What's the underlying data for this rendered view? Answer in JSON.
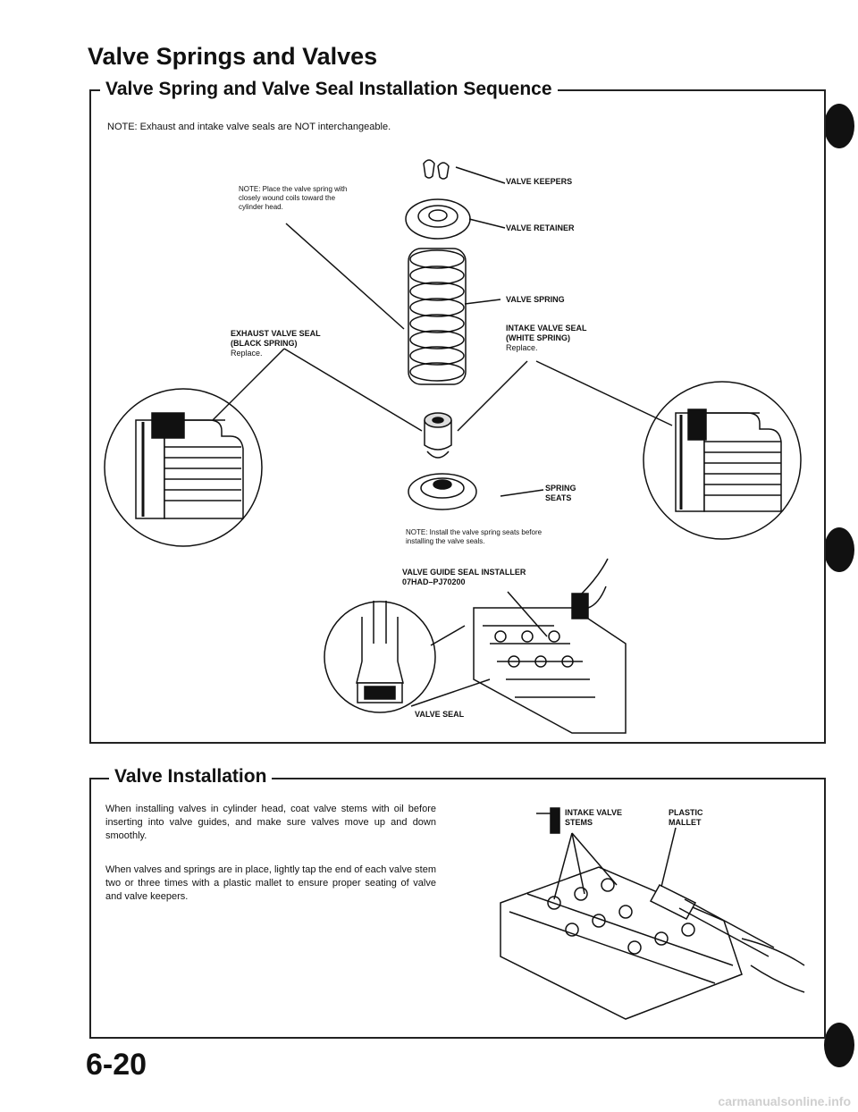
{
  "page_title": "Valve Springs and Valves",
  "sections": {
    "seal_sequence": {
      "heading": "Valve Spring and Valve Seal Installation Sequence",
      "note": "NOTE: Exhaust and intake valve seals are NOT interchangeable.",
      "spring_note": "NOTE: Place the valve spring with closely wound coils toward the cylinder head.",
      "labels": {
        "valve_keepers": "VALVE KEEPERS",
        "valve_retainer": "VALVE RETAINER",
        "valve_spring": "VALVE SPRING",
        "exhaust_seal_line1": "EXHAUST VALVE SEAL",
        "exhaust_seal_line2": "(BLACK SPRING)",
        "exhaust_seal_line3": "Replace.",
        "intake_seal_line1": "INTAKE VALVE SEAL",
        "intake_seal_line2": "(WHITE SPRING)",
        "intake_seal_line3": "Replace.",
        "spring_seats_line1": "SPRING",
        "spring_seats_line2": "SEATS",
        "seats_note": "NOTE: Install the valve spring seats before installing the valve seals.",
        "installer_line1": "VALVE GUIDE SEAL INSTALLER",
        "installer_line2": "07HAD–PJ70200",
        "valve_seal": "VALVE SEAL"
      }
    },
    "valve_installation": {
      "heading": "Valve Installation",
      "paragraph1": "When installing valves in cylinder head, coat valve stems with oil before inserting into valve guides, and make sure valves move up and down smoothly.",
      "paragraph2": "When valves and springs are in place, lightly tap the end of each valve stem two or three times with a plastic mallet to ensure proper seating of valve and valve keepers.",
      "labels": {
        "intake_stems_line1": "INTAKE VALVE",
        "intake_stems_line2": "STEMS",
        "mallet_line1": "PLASTIC",
        "mallet_line2": "MALLET"
      }
    }
  },
  "page_number": "6-20",
  "watermark": "carmanualsonline.info"
}
